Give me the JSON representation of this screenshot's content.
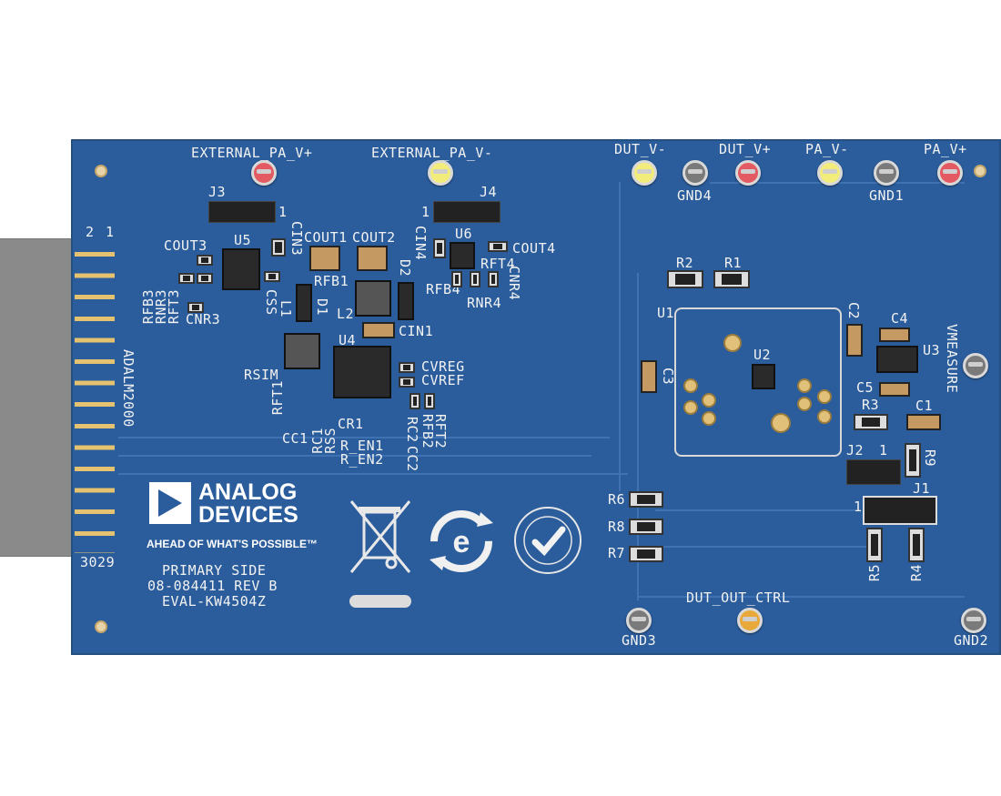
{
  "board": {
    "brand_line1": "ANALOG",
    "brand_line2": "DEVICES",
    "tagline": "AHEAD OF WHAT'S POSSIBLE™",
    "side": "PRIMARY SIDE",
    "part_rev": "08-084411 REV B",
    "model": "EVAL-KW4504Z",
    "connector_label": "ADALM2000",
    "connector_id": "3029",
    "connector_pin2": "2",
    "connector_pin1": "1"
  },
  "test_points": {
    "external_pa_vp": "EXTERNAL_PA_V+",
    "external_pa_vm": "EXTERNAL_PA_V-",
    "dut_vm": "DUT_V-",
    "dut_vp": "DUT_V+",
    "pa_vm": "PA_V-",
    "pa_vp": "PA_V+",
    "gnd4": "GND4",
    "gnd1": "GND1",
    "gnd3": "GND3",
    "gnd2": "GND2",
    "dut_out_ctrl": "DUT_OUT_CTRL",
    "vmeasure": "VMEASURE"
  },
  "refdes": {
    "j3": "J3",
    "j3_pin": "1",
    "j4": "J4",
    "j4_pin": "1",
    "cout3": "COUT3",
    "u5": "U5",
    "cin3": "CIN3",
    "cout1": "COUT1",
    "cout2": "COUT2",
    "cin4": "CIN4",
    "u6": "U6",
    "cout4": "COUT4",
    "rfb1": "RFB1",
    "d2": "D2",
    "rft4": "RFT4",
    "rfb4": "RFB4",
    "cnr4": "CNR4",
    "rnr4": "RNR4",
    "rft3": "RFT3",
    "rnr3": "RNR3",
    "rfb3": "RFB3",
    "cnr3": "CNR3",
    "css": "CSS",
    "l1": "L1",
    "d1": "D1",
    "l2": "L2",
    "cin1": "CIN1",
    "u4": "U4",
    "rsim": "RSIM",
    "cvreg": "CVREG",
    "cvref": "CVREF",
    "rft1": "RFT1",
    "cr1": "CR1",
    "cc1": "CC1",
    "rc1": "RC1",
    "rss": "RSS",
    "r_en1": "R_EN1",
    "r_en2": "R_EN2",
    "rc2": "RC2",
    "cc2": "CC2",
    "rft2": "RFT2",
    "rfb2": "RFB2",
    "r2": "R2",
    "r1": "R1",
    "u1": "U1",
    "u2": "U2",
    "c3": "C3",
    "c2": "C2",
    "c4": "C4",
    "u3": "U3",
    "c5": "C5",
    "r3": "R3",
    "c1": "C1",
    "j2": "J2",
    "j2_pin": "1",
    "r9": "R9",
    "j1": "J1",
    "j1_pin": "1",
    "r5": "R5",
    "r4": "R4",
    "r6": "R6",
    "r8": "R8",
    "r7": "R7"
  },
  "colors": {
    "pcb": "#2b5d9c",
    "silkscreen": "#f2f2f2",
    "tp_red": "#e45a62",
    "tp_yellow": "#f2ed7a",
    "tp_gray": "#7a7a7a",
    "tp_orange": "#e8a93a"
  },
  "icons": [
    "weee-crossed-bin-icon",
    "e-recycle-icon",
    "rohs-compliant-seal-icon"
  ]
}
